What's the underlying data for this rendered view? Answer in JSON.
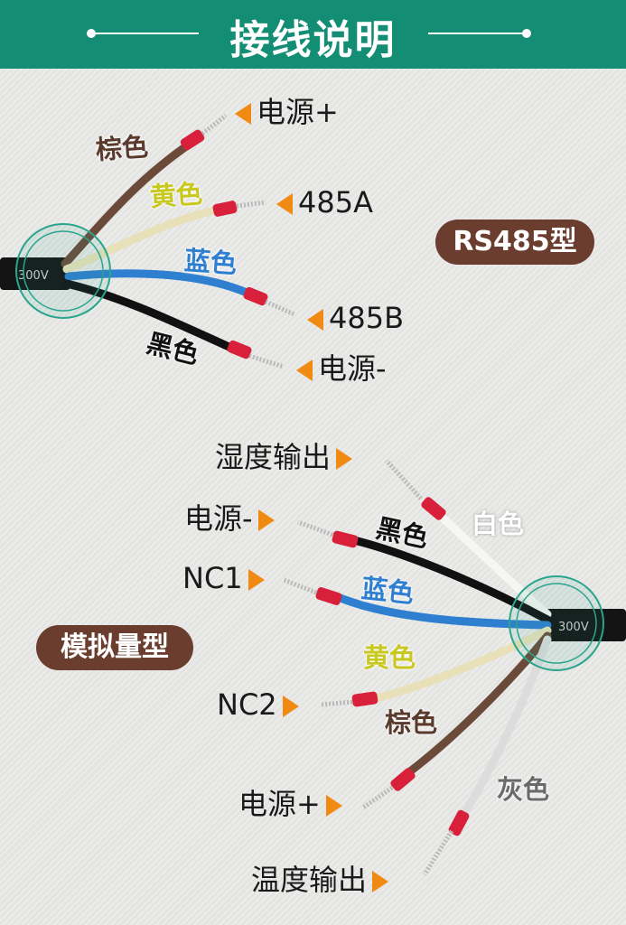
{
  "header": {
    "title": "接线说明"
  },
  "rs485": {
    "badge": "RS485型",
    "wires": [
      {
        "color_name": "棕色",
        "signal": "电源+",
        "color": "#6b4a3a"
      },
      {
        "color_name": "黄色",
        "signal": "485A",
        "color": "#c8c828"
      },
      {
        "color_name": "蓝色",
        "signal": "485B",
        "color": "#2f7fd0"
      },
      {
        "color_name": "黑色",
        "signal": "电源-",
        "color": "#111111"
      }
    ]
  },
  "analog": {
    "badge": "模拟量型",
    "wires": [
      {
        "color_name": "白色",
        "signal": "湿度输出",
        "color": "#ffffff"
      },
      {
        "color_name": "黑色",
        "signal": "电源-",
        "color": "#111111"
      },
      {
        "color_name": "蓝色",
        "signal": "NC1",
        "color": "#2f7fd0"
      },
      {
        "color_name": "黄色",
        "signal": "NC2",
        "color": "#c8c828"
      },
      {
        "color_name": "棕色",
        "signal": "电源+",
        "color": "#6b4a3a"
      },
      {
        "color_name": "灰色",
        "signal": "温度输出",
        "color": "#888888"
      }
    ]
  },
  "cable_print": "300V",
  "colors": {
    "header_bg": "#138d73",
    "badge_bg": "#6b3d2e",
    "arrow": "#f08a12",
    "ring": "#2aa58c",
    "ferrule": "#d8203a"
  }
}
